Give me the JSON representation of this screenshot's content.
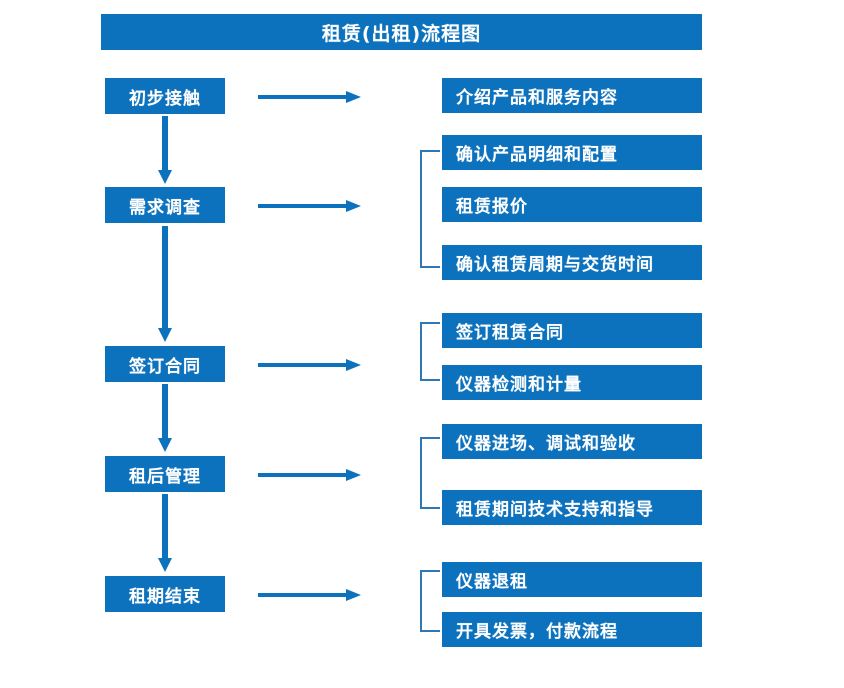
{
  "chart_data": {
    "type": "diagram",
    "title": "租赁(出租)流程图",
    "diagram_kind": "flowchart",
    "orientation": "vertical-with-branches",
    "stages": [
      {
        "label": "初步接触",
        "details": [
          "介绍产品和服务内容"
        ],
        "bracketed": false
      },
      {
        "label": "需求调查",
        "details": [
          "确认产品明细和配置",
          "租赁报价",
          "确认租赁周期与交货时间"
        ],
        "bracketed": true
      },
      {
        "label": "签订合同",
        "details": [
          "签订租赁合同",
          "仪器检测和计量"
        ],
        "bracketed": true
      },
      {
        "label": "租后管理",
        "details": [
          "仪器进场、调试和验收",
          "租赁期间技术支持和指导"
        ],
        "bracketed": true
      },
      {
        "label": "租期结束",
        "details": [
          "仪器退租",
          "开具发票，付款流程"
        ],
        "bracketed": true
      }
    ],
    "colors": {
      "box_fill": "#0d72bd",
      "box_text": "#ffffff",
      "arrow": "#0d72bd",
      "bracket": "#2e78b8",
      "background": "#ffffff"
    }
  },
  "header": {
    "title": "租赁(出租)流程图"
  },
  "stages": {
    "s0": {
      "label": "初步接触"
    },
    "s1": {
      "label": "需求调查"
    },
    "s2": {
      "label": "签订合同"
    },
    "s3": {
      "label": "租后管理"
    },
    "s4": {
      "label": "租期结束"
    }
  },
  "details": {
    "d0": "介绍产品和服务内容",
    "d1": "确认产品明细和配置",
    "d2": "租赁报价",
    "d3": "确认租赁周期与交货时间",
    "d4": "签订租赁合同",
    "d5": "仪器检测和计量",
    "d6": "仪器进场、调试和验收",
    "d7": "租赁期间技术支持和指导",
    "d8": "仪器退租",
    "d9": "开具发票，付款流程"
  }
}
